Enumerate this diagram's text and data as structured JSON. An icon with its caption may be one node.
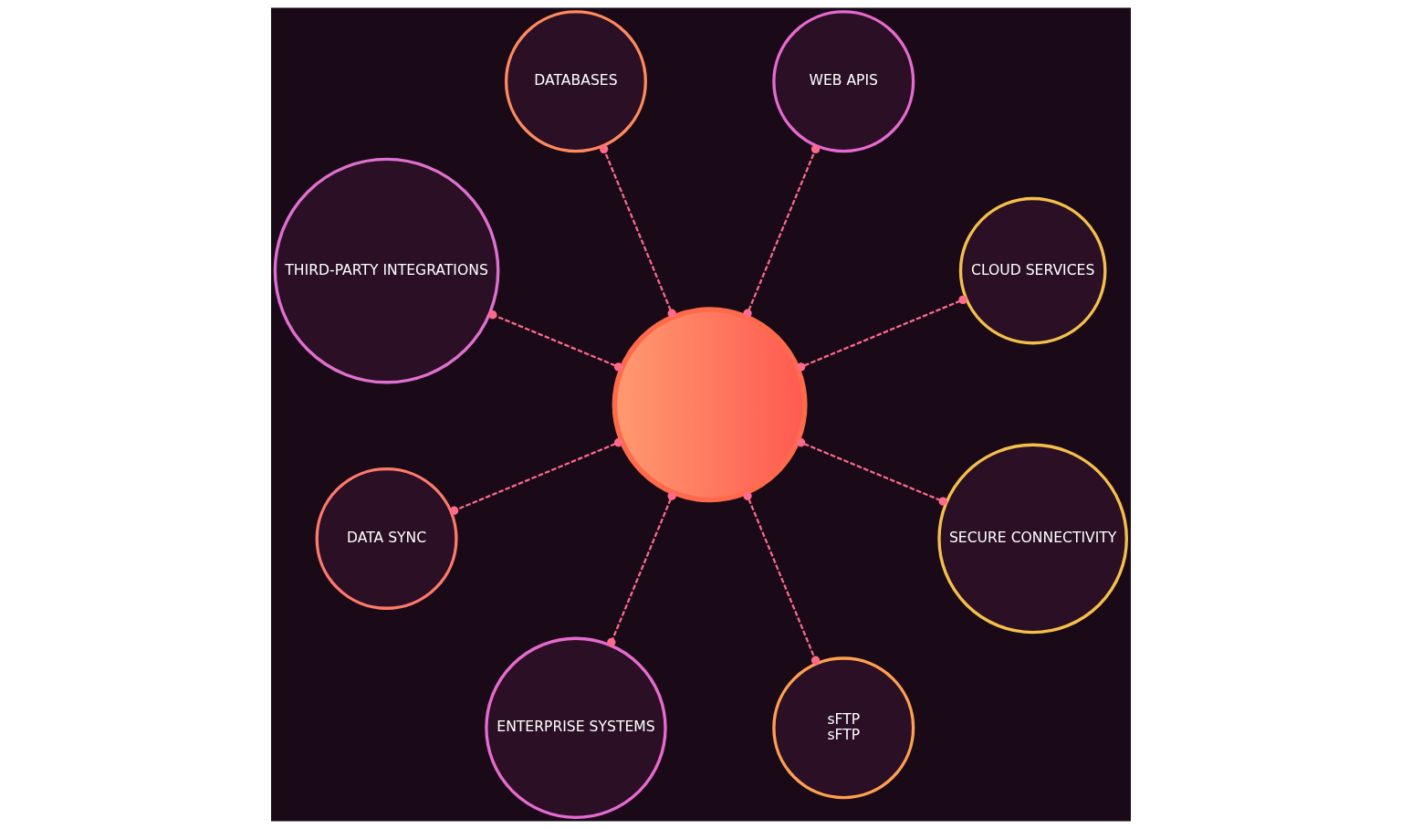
{
  "diagram": {
    "nodes": [
      {
        "text": [
          "CLOUD SERVICES"
        ]
      },
      {
        "text": [
          "WEB APIS"
        ]
      },
      {
        "text": [
          "DATABASES"
        ]
      },
      {
        "text": [],
        "shape": "circle"
      },
      {
        "text": [
          "THIRD-PARTY INTEGRATIONS"
        ]
      },
      {
        "text": [
          "DATA SYNC"
        ]
      },
      {
        "text": [
          "ENTERPRISE SYSTEMS"
        ]
      },
      {
        "text": [
          "sFTP",
          "sFTP"
        ]
      },
      {
        "text": [
          "SECURE CONNECTIVITY"
        ]
      }
    ],
    "edges": [
      {
        "from": 3,
        "to": 0,
        "arrow": "other",
        "style": "dashed"
      },
      {
        "from": 3,
        "to": 1,
        "arrow": "other",
        "style": "dashed"
      },
      {
        "from": 3,
        "to": 2,
        "arrow": "other",
        "style": "dashed"
      },
      {
        "from": 3,
        "to": 4,
        "arrow": "other",
        "style": "dashed"
      },
      {
        "from": 3,
        "to": 5,
        "arrow": "other",
        "style": "dashed"
      },
      {
        "from": 3,
        "to": 6,
        "arrow": "other",
        "style": "dashed"
      },
      {
        "from": 3,
        "to": 7,
        "arrow": "other",
        "style": "dashed"
      },
      {
        "from": 3,
        "to": 8,
        "arrow": "other",
        "style": "dashed"
      }
    ]
  }
}
